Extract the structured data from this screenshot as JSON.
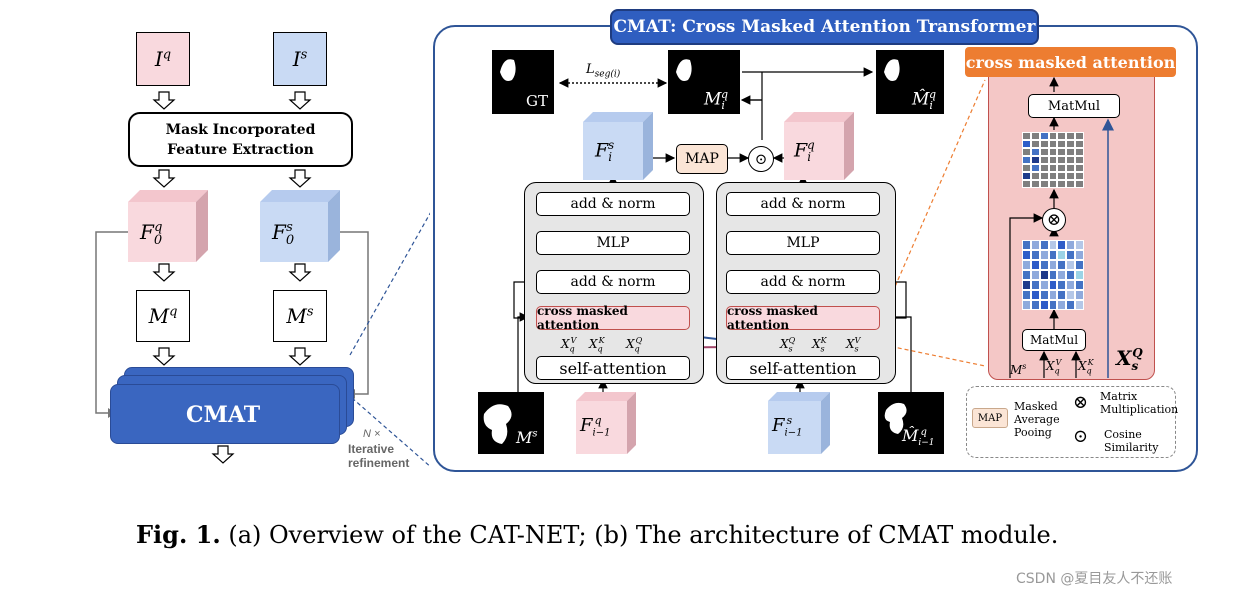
{
  "overview": {
    "inputs": {
      "query": "I^q",
      "support": "I^s"
    },
    "extraction_label": [
      "Mask Incorporated",
      "Feature Extraction"
    ],
    "features": {
      "query": "F_0^q",
      "support": "F_0^s"
    },
    "masks": {
      "query": "M^q",
      "support": "M^s"
    },
    "cmat_label": "CMAT",
    "iteration_note": "N ×",
    "iteration_text": [
      "Iterative",
      "refinement"
    ]
  },
  "cmat": {
    "title": "CMAT: Cross Masked Attention Transformer",
    "gt_label": "GT",
    "loss_label": "L_seg(i)",
    "mask_pred_label": "M_i^q",
    "mask_hat_label": "M̂_i^q",
    "support_feature": "F_i^s",
    "query_feature": "F_i^q",
    "map_label": "MAP",
    "cosine_symbol": "⊙",
    "blocks": {
      "add_norm": "add & norm",
      "mlp": "MLP",
      "cross_attention": "cross masked attention",
      "self_attention": "self-attention"
    },
    "left_inputs": [
      "X_q^V",
      "X_q^K",
      "X_q^Q"
    ],
    "right_inputs": [
      "X_s^Q",
      "X_s^K",
      "X_s^V"
    ],
    "bottom": {
      "support_mask": "M^s",
      "query_prev_feature": "F_(i−1)^q",
      "support_prev_feature": "F_(i−1)^s",
      "prev_mask_hat": "M̂_(i−1)^q"
    }
  },
  "cross_attention_detail": {
    "title": "cross masked attention",
    "matmul_top": "MatMul",
    "matmul_bottom": "MatMul",
    "multiply_symbol": "⊗",
    "inputs": [
      "M^s",
      "X_q^V",
      "X_q^K"
    ],
    "side_label": "X_s^Q"
  },
  "legend": {
    "map_box": "MAP",
    "map_text": [
      "Masked",
      "Average",
      "Pooing"
    ],
    "matmul_symbol": "⊗",
    "matmul_text": [
      "Matrix",
      "Multiplication"
    ],
    "cosine_symbol": "⊙",
    "cosine_text": [
      "Cosine",
      "Similarity"
    ]
  },
  "caption": {
    "fig": "Fig. 1.",
    "text": "(a) Overview of the CAT-NET; (b) The architecture of CMAT module."
  },
  "watermark": "CSDN @夏目友人不还账",
  "colors": {
    "pink": "#f9d9de",
    "blue": "#c9daf4",
    "cmat_blue": "#3a66c0",
    "title_blue": "#2f5ec0",
    "orange": "#ed7d31",
    "detail_bg": "#f4c7c6"
  }
}
